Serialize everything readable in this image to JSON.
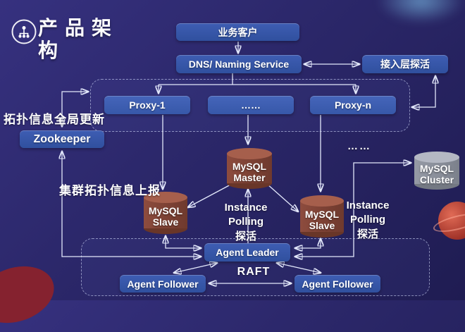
{
  "header": {
    "title_lines": [
      "产品架",
      "构"
    ],
    "icon": "org-hierarchy-icon"
  },
  "nodes": {
    "biz_client": {
      "label": "业务客户"
    },
    "dns": {
      "label": "DNS/ Naming Service"
    },
    "access_probe": {
      "label": "接入层探活"
    },
    "proxy_1": {
      "label": "Proxy-1"
    },
    "proxy_ellipsis": {
      "label": "……"
    },
    "proxy_n": {
      "label": "Proxy-n"
    },
    "zookeeper": {
      "label": "Zookeeper"
    },
    "mysql_master": {
      "lines": [
        "MySQL",
        "Master"
      ]
    },
    "mysql_slave_left": {
      "lines": [
        "MySQL",
        "Slave"
      ]
    },
    "mysql_slave_right": {
      "lines": [
        "MySQL",
        "Slave"
      ]
    },
    "mysql_cluster": {
      "lines": [
        "MySQL",
        "Cluster"
      ]
    },
    "agent_leader": {
      "label": "Agent Leader"
    },
    "agent_follower_left": {
      "label": "Agent Follower"
    },
    "agent_follower_right": {
      "label": "Agent Follower"
    }
  },
  "annotations": {
    "topology_global_update": "拓扑信息全局更新",
    "cluster_topology_report": "集群拓扑信息上报",
    "instance_polling_left": [
      "Instance",
      "Polling",
      "探活"
    ],
    "instance_polling_right": [
      "Instance",
      "Polling",
      "探活"
    ],
    "raft": "RAFT",
    "cluster_ellipsis": "……"
  },
  "connections": [
    {
      "from": "biz_client",
      "to": "dns",
      "arrows": "end"
    },
    {
      "from": "dns",
      "to": "access_probe",
      "arrows": "both"
    },
    {
      "from": "dns",
      "to": "proxy_1",
      "arrows": "end"
    },
    {
      "from": "dns",
      "to": "proxy_n",
      "arrows": "end"
    },
    {
      "from": "zookeeper",
      "to": "proxy_group",
      "arrows": "both"
    },
    {
      "from": "agent_leader",
      "to": "zookeeper",
      "arrows": "both"
    },
    {
      "from": "proxy_1",
      "to": "mysql_slave_left",
      "arrows": "end"
    },
    {
      "from": "proxy_ellipsis",
      "to": "mysql_master",
      "arrows": "end"
    },
    {
      "from": "proxy_n",
      "to": "mysql_slave_right",
      "arrows": "end"
    },
    {
      "from": "mysql_master",
      "to": "mysql_slave_left",
      "arrows": "end"
    },
    {
      "from": "mysql_master",
      "to": "mysql_slave_right",
      "arrows": "end"
    },
    {
      "from": "agent_leader",
      "to": "mysql_master",
      "arrows": "end"
    },
    {
      "from": "agent_leader",
      "to": "mysql_slave_left",
      "arrows": "both"
    },
    {
      "from": "agent_leader",
      "to": "mysql_slave_right",
      "arrows": "both"
    },
    {
      "from": "agent_leader",
      "to": "mysql_cluster",
      "arrows": "both"
    },
    {
      "from": "proxy_group",
      "to": "access_probe",
      "arrows": "both"
    },
    {
      "from": "agent_leader",
      "to": "agent_follower_left",
      "arrows": "both"
    },
    {
      "from": "agent_leader",
      "to": "agent_follower_right",
      "arrows": "both"
    },
    {
      "from": "agent_follower_left",
      "to": "agent_follower_right",
      "arrows": "both"
    }
  ],
  "colors": {
    "background": "#2b2769",
    "node_blue": "#35549d",
    "db_cylinder": "#7c4134",
    "cluster_cylinder": "#888d98",
    "arrow": "#e3e8fb",
    "decor_red": "#9c2f26",
    "decor_cyan": "#8cdcff"
  }
}
